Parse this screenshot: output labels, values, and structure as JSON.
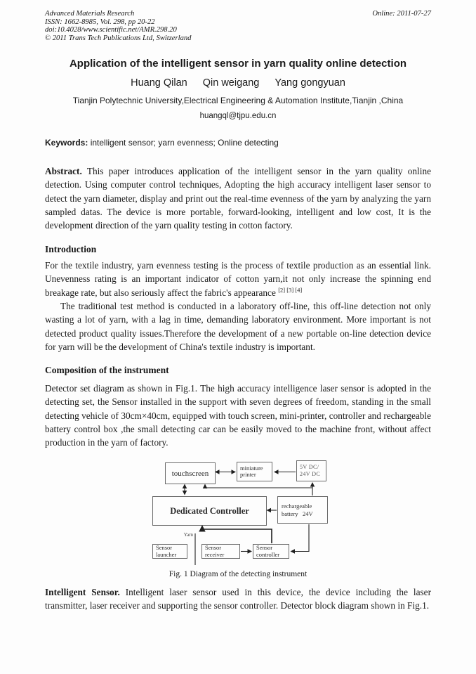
{
  "header": {
    "journal": "Advanced Materials Research",
    "issn_line": "ISSN: 1662-8985, Vol. 298, pp 20-22",
    "doi_line": "doi:10.4028/www.scientific.net/AMR.298.20",
    "copyright_line": "© 2011 Trans Tech Publications Ltd, Switzerland",
    "online_date": "Online: 2011-07-27"
  },
  "title": "Application of the intelligent sensor in yarn quality online detection",
  "authors": [
    "Huang Qilan",
    "Qin weigang",
    "Yang gongyuan"
  ],
  "affiliation": "Tianjin Polytechnic University,Electrical Engineering & Automation Institute,Tianjin ,China",
  "email": "huangql@tjpu.edu.cn",
  "keywords": {
    "label": "Keywords:",
    "text": " intelligent sensor;  yarn evenness;  Online detecting"
  },
  "abstract": {
    "label": "Abstract.",
    "text": " This paper introduces application of the intelligent sensor in the yarn quality online detection. Using computer control techniques, Adopting the high accuracy intelligent laser sensor to detect the yarn diameter, display and print out the real-time evenness of the yarn by analyzing the yarn sampled datas. The device is more portable, forward-looking, intelligent and low cost, It is the development direction of the yarn quality testing in cotton factory."
  },
  "sections": {
    "introduction": {
      "heading": "Introduction",
      "para1": "For the textile industry, yarn evenness testing is the process of textile production as an essential link. Unevenness rating is an important indicator of cotton yarn,it not only increase the spinning end breakage rate, but also seriously affect the fabric's appearance ",
      "para1_refs": "[2] [3] [4]",
      "para2": "The traditional test method is conducted in a laboratory off-line, this off-line detection not only wasting a lot of yarn, with a lag in time, demanding laboratory environment. More important is not detected product quality issues.Therefore the development of a new portable on-line detection device for yarn will be the development of China's textile industry is important."
    },
    "composition": {
      "heading": "Composition of the instrument",
      "para1": "Detector set diagram as shown in Fig.1. The high accuracy intelligence laser sensor is adopted in the detecting set, the Sensor installed in the support with seven degrees of freedom, standing in the small detecting vehicle of 30cm×40cm, equipped with touch screen, mini-printer, controller and rechargeable battery control box ,the small detecting car can be easily moved to the machine front, without affect production in the yarn of factory."
    },
    "intelligent_sensor": {
      "label": "Intelligent Sensor.",
      "text": " Intelligent laser sensor used in this device, the device including the laser transmitter, laser receiver and supporting the sensor controller. Detector block diagram shown in Fig.1."
    }
  },
  "figure": {
    "caption": "Fig. 1 Diagram of the detecting instrument",
    "yarn_label": "Yarn",
    "boxes": {
      "touchscreen": [
        "touchscreen"
      ],
      "printer": [
        "miniature",
        "printer"
      ],
      "power": [
        "5V DC/",
        "24V DC"
      ],
      "controller": [
        "Dedicated Controller"
      ],
      "battery": [
        "rechargeable",
        "battery   24V"
      ],
      "launcher": [
        "Sensor",
        "launcher"
      ],
      "receiver": [
        "Sensor",
        "receiver"
      ],
      "sensor_controller": [
        "Sensor",
        "controller"
      ]
    }
  },
  "colors": {
    "ink": "#1a1a1a",
    "box_border": "#6a6a6a",
    "wire": "#1f1f1f"
  }
}
